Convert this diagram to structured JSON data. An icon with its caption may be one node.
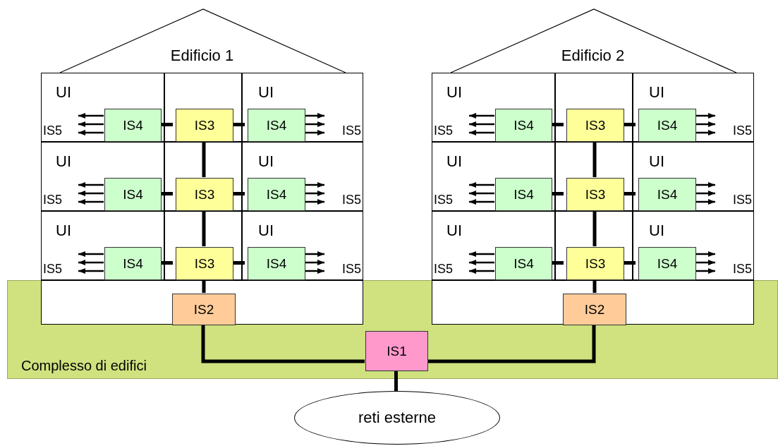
{
  "diagram": {
    "nodes": [
      {
        "text": [
          "Complesso di edifici"
        ]
      },
      {
        "text": [
          "Edificio 1"
        ]
      },
      {
        "text": [
          "UI"
        ],
        "in": 1
      },
      {
        "text": [],
        "shape": "box",
        "in": 1
      },
      {
        "text": [
          "UI"
        ],
        "in": 1
      },
      {
        "text": [
          "IS4"
        ],
        "in": 2
      },
      {
        "text": [
          "IS3"
        ],
        "in": 3
      },
      {
        "text": [
          "IS4"
        ],
        "in": 4
      },
      {
        "text": [
          "IS5"
        ],
        "in": 2
      },
      {
        "text": [
          "IS5"
        ],
        "in": 4
      },
      {
        "text": [
          "UI"
        ],
        "in": 1
      },
      {
        "text": [],
        "shape": "box",
        "in": 1
      },
      {
        "text": [
          "UI"
        ],
        "in": 1
      },
      {
        "text": [
          "IS4"
        ],
        "in": 10
      },
      {
        "text": [
          "IS3"
        ],
        "in": 11
      },
      {
        "text": [
          "IS4"
        ],
        "in": 12
      },
      {
        "text": [
          "IS5"
        ],
        "in": 10
      },
      {
        "text": [
          "IS5"
        ],
        "in": 12
      },
      {
        "text": [
          "UI"
        ],
        "in": 1
      },
      {
        "text": [],
        "shape": "box",
        "in": 1
      },
      {
        "text": [
          "UI"
        ],
        "in": 1
      },
      {
        "text": [
          "IS4"
        ],
        "in": 18
      },
      {
        "text": [
          "IS3"
        ],
        "in": 19
      },
      {
        "text": [
          "IS4"
        ],
        "in": 20
      },
      {
        "text": [
          "IS5"
        ],
        "in": 18
      },
      {
        "text": [
          "IS5"
        ],
        "in": 20
      },
      {
        "text": [],
        "shape": "box"
      },
      {
        "text": [
          "IS2"
        ],
        "in": 26
      },
      {
        "text": [
          "Edificio 2"
        ]
      },
      {
        "text": [
          "UI"
        ],
        "in": 28
      },
      {
        "text": [],
        "shape": "box",
        "in": 28
      },
      {
        "text": [
          "UI"
        ],
        "in": 28
      },
      {
        "text": [
          "IS4"
        ],
        "in": 29
      },
      {
        "text": [
          "IS3"
        ],
        "in": 30
      },
      {
        "text": [
          "IS4"
        ],
        "in": 31
      },
      {
        "text": [
          "IS5"
        ],
        "in": 29
      },
      {
        "text": [
          "IS5"
        ],
        "in": 31
      },
      {
        "text": [
          "UI"
        ],
        "in": 28
      },
      {
        "text": [],
        "shape": "box",
        "in": 28
      },
      {
        "text": [
          "UI"
        ],
        "in": 28
      },
      {
        "text": [
          "IS4"
        ],
        "in": 37
      },
      {
        "text": [
          "IS3"
        ],
        "in": 38
      },
      {
        "text": [
          "IS4"
        ],
        "in": 39
      },
      {
        "text": [
          "IS5"
        ],
        "in": 37
      },
      {
        "text": [
          "IS5"
        ],
        "in": 39
      },
      {
        "text": [
          "UI"
        ],
        "in": 28
      },
      {
        "text": [],
        "shape": "box",
        "in": 28
      },
      {
        "text": [
          "UI"
        ],
        "in": 28
      },
      {
        "text": [
          "IS4"
        ],
        "in": 45
      },
      {
        "text": [
          "IS3"
        ],
        "in": 46
      },
      {
        "text": [
          "IS4"
        ],
        "in": 47
      },
      {
        "text": [
          "IS5"
        ],
        "in": 45
      },
      {
        "text": [
          "IS5"
        ],
        "in": 47
      },
      {
        "text": [],
        "shape": "box"
      },
      {
        "text": [
          "IS2"
        ],
        "in": 53
      },
      {
        "text": [
          "IS1"
        ],
        "in": 0
      },
      {
        "text": [
          "reti esterne"
        ]
      }
    ],
    "edges": [
      {
        "from": 5,
        "to": 6,
        "arrow": "none",
        "style": "thick"
      },
      {
        "from": 6,
        "to": 7,
        "arrow": "none",
        "style": "thick"
      },
      {
        "from": 5,
        "to": 8,
        "arrow": "to"
      },
      {
        "from": 5,
        "to": 8,
        "arrow": "to"
      },
      {
        "from": 5,
        "to": 8,
        "arrow": "to"
      },
      {
        "from": 7,
        "to": 9,
        "arrow": "to"
      },
      {
        "from": 7,
        "to": 9,
        "arrow": "to"
      },
      {
        "from": 7,
        "to": 9,
        "arrow": "to"
      },
      {
        "from": 13,
        "to": 14,
        "arrow": "none",
        "style": "thick"
      },
      {
        "from": 14,
        "to": 15,
        "arrow": "none",
        "style": "thick"
      },
      {
        "from": 13,
        "to": 16,
        "arrow": "to"
      },
      {
        "from": 13,
        "to": 16,
        "arrow": "to"
      },
      {
        "from": 13,
        "to": 16,
        "arrow": "to"
      },
      {
        "from": 15,
        "to": 17,
        "arrow": "to"
      },
      {
        "from": 15,
        "to": 17,
        "arrow": "to"
      },
      {
        "from": 15,
        "to": 17,
        "arrow": "to"
      },
      {
        "from": 21,
        "to": 22,
        "arrow": "none",
        "style": "thick"
      },
      {
        "from": 22,
        "to": 23,
        "arrow": "none",
        "style": "thick"
      },
      {
        "from": 21,
        "to": 24,
        "arrow": "to"
      },
      {
        "from": 21,
        "to": 24,
        "arrow": "to"
      },
      {
        "from": 21,
        "to": 24,
        "arrow": "to"
      },
      {
        "from": 23,
        "to": 25,
        "arrow": "to"
      },
      {
        "from": 23,
        "to": 25,
        "arrow": "to"
      },
      {
        "from": 23,
        "to": 25,
        "arrow": "to"
      },
      {
        "from": 6,
        "to": 14,
        "arrow": "none",
        "style": "thick"
      },
      {
        "from": 14,
        "to": 22,
        "arrow": "none",
        "style": "thick"
      },
      {
        "from": 22,
        "to": 27,
        "arrow": "none",
        "style": "thick"
      },
      {
        "from": 32,
        "to": 33,
        "arrow": "none",
        "style": "thick"
      },
      {
        "from": 33,
        "to": 34,
        "arrow": "none",
        "style": "thick"
      },
      {
        "from": 32,
        "to": 35,
        "arrow": "to"
      },
      {
        "from": 32,
        "to": 35,
        "arrow": "to"
      },
      {
        "from": 32,
        "to": 35,
        "arrow": "to"
      },
      {
        "from": 34,
        "to": 36,
        "arrow": "to"
      },
      {
        "from": 34,
        "to": 36,
        "arrow": "to"
      },
      {
        "from": 34,
        "to": 36,
        "arrow": "to"
      },
      {
        "from": 40,
        "to": 41,
        "arrow": "none",
        "style": "thick"
      },
      {
        "from": 41,
        "to": 42,
        "arrow": "none",
        "style": "thick"
      },
      {
        "from": 40,
        "to": 43,
        "arrow": "to"
      },
      {
        "from": 40,
        "to": 43,
        "arrow": "to"
      },
      {
        "from": 40,
        "to": 43,
        "arrow": "to"
      },
      {
        "from": 42,
        "to": 44,
        "arrow": "to"
      },
      {
        "from": 42,
        "to": 44,
        "arrow": "to"
      },
      {
        "from": 42,
        "to": 44,
        "arrow": "to"
      },
      {
        "from": 48,
        "to": 49,
        "arrow": "none",
        "style": "thick"
      },
      {
        "from": 49,
        "to": 50,
        "arrow": "none",
        "style": "thick"
      },
      {
        "from": 48,
        "to": 51,
        "arrow": "to"
      },
      {
        "from": 48,
        "to": 51,
        "arrow": "to"
      },
      {
        "from": 48,
        "to": 51,
        "arrow": "to"
      },
      {
        "from": 50,
        "to": 52,
        "arrow": "to"
      },
      {
        "from": 50,
        "to": 52,
        "arrow": "to"
      },
      {
        "from": 50,
        "to": 52,
        "arrow": "to"
      },
      {
        "from": 33,
        "to": 41,
        "arrow": "none",
        "style": "thick"
      },
      {
        "from": 41,
        "to": 49,
        "arrow": "none",
        "style": "thick"
      },
      {
        "from": 49,
        "to": 54,
        "arrow": "none",
        "style": "thick"
      },
      {
        "from": 27,
        "to": 55,
        "arrow": "none",
        "style": "thick"
      },
      {
        "from": 54,
        "to": 55,
        "arrow": "none",
        "style": "thick"
      },
      {
        "from": 55,
        "to": 56,
        "arrow": "none",
        "style": "thick"
      }
    ]
  }
}
